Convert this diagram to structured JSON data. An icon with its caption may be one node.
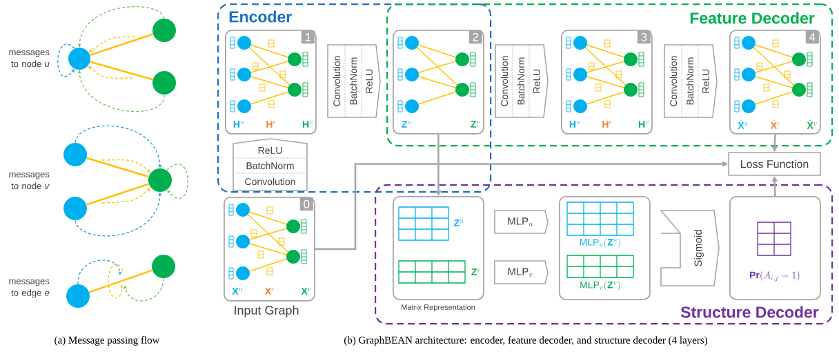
{
  "diagram": {
    "nodes": [
      {
        "text": [],
        "shape": "circle"
      },
      {
        "text": [],
        "shape": "circle"
      },
      {
        "text": [],
        "shape": "circle"
      },
      {
        "text": [],
        "shape": "circle"
      },
      {
        "text": [],
        "shape": "circle"
      },
      {
        "text": [],
        "shape": "circle"
      },
      {
        "text": [],
        "shape": "circle"
      },
      {
        "text": [],
        "shape": "circle"
      },
      {
        "text": [
          "Encoder"
        ]
      },
      {
        "text": [
          "Feature Decoder"
        ]
      },
      {
        "text": [
          "1",
          "\\mathbf{H}^{u}",
          "\\mathbf{H}^{e}",
          "\\mathbf{H}^{v}"
        ],
        "in": 8
      },
      {
        "text": [
          "Convolution",
          "BatchNorm",
          "ReLU"
        ],
        "in": 8
      },
      {
        "text": [
          "2",
          "\\mathbf{Z}^{u}",
          "\\mathbf{Z}^{v}"
        ]
      },
      {
        "text": [
          "Convolution",
          "BatchNorm",
          "ReLU"
        ],
        "in": 9
      },
      {
        "text": [
          "3",
          "\\mathbf{H}^{u}",
          "\\mathbf{H}^{e}",
          "\\mathbf{H}^{v}"
        ],
        "in": 9
      },
      {
        "text": [
          "Convolution",
          "BatchNorm",
          "ReLU"
        ],
        "in": 9
      },
      {
        "text": [
          "4",
          "\\hat{\\mathbf{X}}^{u}",
          "\\hat{\\mathbf{X}}^{e}",
          "\\hat{\\mathbf{X}}^{v}"
        ],
        "in": 9
      },
      {
        "text": [
          "ReLU",
          "BatchNorm",
          "Convolution"
        ],
        "in": 8
      },
      {
        "text": [
          "Loss Function"
        ]
      },
      {
        "text": [
          "Structure Decoder"
        ]
      },
      {
        "text": [
          "0",
          "\\mathbf{X}^{u}",
          "\\mathbf{X}^{e}",
          "\\mathbf{X}^{v}",
          "Input Graph"
        ]
      },
      {
        "text": [
          "\\mathbf{Z}^{u}",
          "\\mathbf{Z}^{v}",
          "Matrix Representation"
        ],
        "in": 19
      },
      {
        "text": [
          "\\mathrm{MLP}_{u}"
        ],
        "in": 19
      },
      {
        "text": [
          "\\mathrm{MLP}_{v}"
        ],
        "in": 19
      },
      {
        "text": [
          "\\mathrm{MLP}_{u}(\\mathbf{Z}^{u})",
          "\\mathrm{MLP}_{v}(\\mathbf{Z}^{v})"
        ],
        "in": 19
      },
      {
        "text": [
          "Sigmoid"
        ],
        "in": 19
      },
      {
        "text": [
          "\\mathbf{Pr}(A_{i,j}=1)"
        ],
        "in": 19
      }
    ],
    "edges": [
      {
        "from": 0,
        "to": 1,
        "arrow": "none",
        "color": "#ffc000"
      },
      {
        "from": 0,
        "to": 2,
        "arrow": "none",
        "color": "#ffc000"
      },
      {
        "from": 1,
        "to": 0,
        "arrow": "to",
        "style": "dashed",
        "color": "#70c060"
      },
      {
        "from": 2,
        "to": 0,
        "arrow": "to",
        "style": "dashed",
        "color": "#70c060"
      },
      {
        "from": null,
        "to": 0,
        "arrow": "to",
        "style": "dashed",
        "color": "#ffc000"
      },
      {
        "from": null,
        "to": 0,
        "arrow": "to",
        "style": "dashed",
        "color": "#ffc000"
      },
      {
        "from": 0,
        "to": 0,
        "arrow": "to",
        "style": "dashed",
        "color": "#1e9ad6"
      },
      {
        "from": 3,
        "to": 5,
        "arrow": "none",
        "color": "#ffc000"
      },
      {
        "from": 4,
        "to": 5,
        "arrow": "none",
        "color": "#ffc000"
      },
      {
        "from": 3,
        "to": 5,
        "arrow": "to",
        "style": "dashed",
        "color": "#1e9ad6"
      },
      {
        "from": 4,
        "to": 5,
        "arrow": "to",
        "style": "dashed",
        "color": "#1e9ad6"
      },
      {
        "from": null,
        "to": 5,
        "arrow": "to",
        "style": "dashed",
        "color": "#ffc000"
      },
      {
        "from": null,
        "to": 5,
        "arrow": "to",
        "style": "dashed",
        "color": "#ffc000"
      },
      {
        "from": 5,
        "to": 5,
        "arrow": "to",
        "style": "dashed",
        "color": "#70c060"
      },
      {
        "from": 6,
        "to": 7,
        "arrow": "none",
        "color": "#ffc000"
      },
      {
        "from": 6,
        "to": null,
        "arrow": "to",
        "style": "dashed",
        "color": "#1e9ad6"
      },
      {
        "from": 7,
        "to": null,
        "arrow": "to",
        "style": "dashed",
        "color": "#70c060"
      },
      {
        "from": 20,
        "to": 18,
        "arrow": "to",
        "color": "#a6a6a6"
      },
      {
        "from": 12,
        "to": 21,
        "arrow": "to",
        "color": "#a6a6a6"
      },
      {
        "from": 16,
        "to": 18,
        "arrow": "to",
        "color": "#a6a6a6"
      },
      {
        "from": 26,
        "to": 18,
        "arrow": "to",
        "color": "#a6a6a6"
      }
    ],
    "labels": [
      "messages to node *u*",
      "messages to node *v*",
      "messages to edge *e*",
      "(a) Message passing flow",
      "(b) GraphBEAN architecture: encoder, feature decoder, and structure decoder (4 layers)"
    ]
  }
}
